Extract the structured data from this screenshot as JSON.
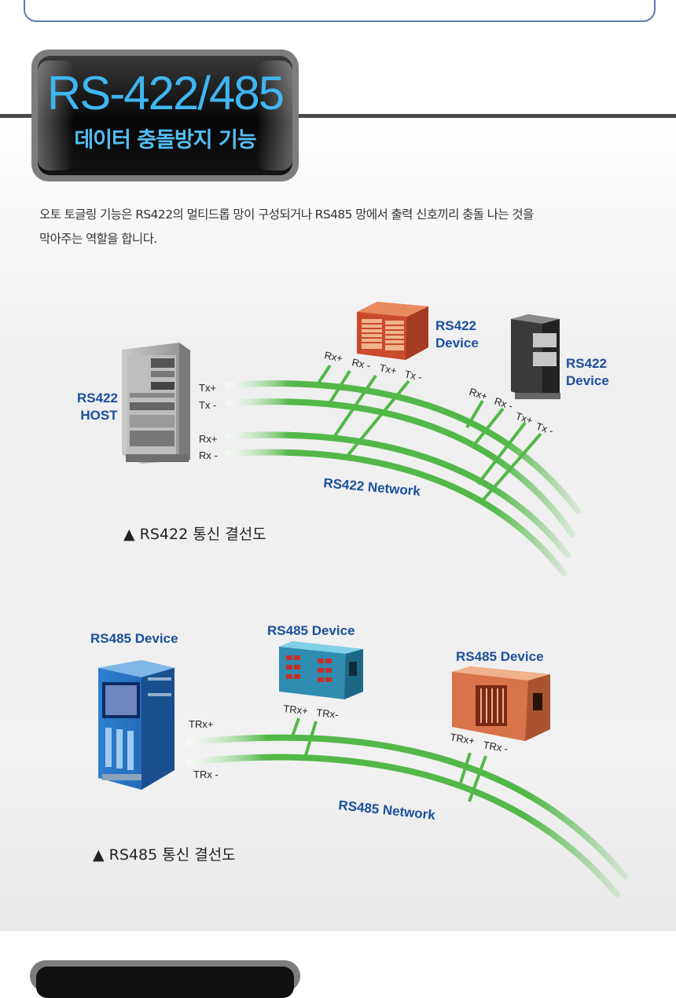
{
  "header": {
    "title_main": "RS-422/485",
    "title_sub": "데이터 충돌방지 기능"
  },
  "description": {
    "line1": "오토 토글링 기능은 RS422의 멀티드롭 망이 구성되거나 RS485 망에서 출력 신호끼리 충돌 나는 것을",
    "line2": "막아주는 역할을 합니다."
  },
  "rs422": {
    "host_label_1": "RS422",
    "host_label_2": "HOST",
    "host_tx_plus": "Tx+",
    "host_tx_minus": "Tx -",
    "host_rx_plus": "Rx+",
    "host_rx_minus": "Rx -",
    "device1_label_1": "RS422",
    "device1_label_2": "Device",
    "device2_label_1": "RS422",
    "device2_label_2": "Device",
    "d_rx_plus": "Rx+",
    "d_rx_minus": "Rx -",
    "d_tx_plus": "Tx+",
    "d_tx_minus": "Tx -",
    "network_label": "RS422 Network",
    "caption": "▲ RS422 통신 결선도"
  },
  "rs485": {
    "device1_label": "RS485 Device",
    "device2_label": "RS485 Device",
    "device3_label": "RS485 Device",
    "trx_plus": "TRx+",
    "trx_minus": "TRx -",
    "d2_trx_plus": "TRx+",
    "d2_trx_minus": "TRx-",
    "network_label": "RS485 Network",
    "caption": "▲ RS485 통신 결선도"
  },
  "colors": {
    "label_blue": "#1b4f9c",
    "cable_green": "#52b848",
    "title_blue": "#3fb6f2"
  }
}
